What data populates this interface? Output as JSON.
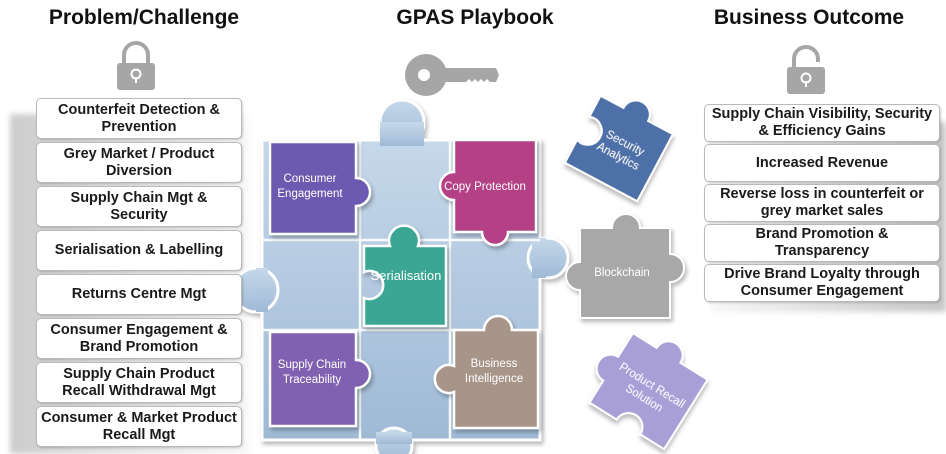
{
  "titles": {
    "problem": "Problem/Challenge",
    "playbook": "GPAS Playbook",
    "outcome": "Business Outcome"
  },
  "icons": {
    "left_lock": "padlock-icon",
    "key": "key-icon",
    "right_lock": "open-padlock-icon"
  },
  "problems": [
    "Counterfeit Detection & Prevention",
    "Grey Market / Product Diversion",
    "Supply Chain Mgt & Security",
    "Serialisation & Labelling",
    "Returns Centre Mgt",
    "Consumer Engagement & Brand Promotion",
    "Supply Chain Product Recall Withdrawal Mgt",
    "Consumer & Market Product Recall Mgt"
  ],
  "outcomes": [
    "Supply Chain Visibility, Security & Efficiency Gains",
    "Increased Revenue",
    "Reverse loss in counterfeit or grey market sales",
    "Brand Promotion & Transparency",
    "Drive Brand Loyalty through Consumer Engagement"
  ],
  "pieces": {
    "consumer_engagement": [
      "Consumer",
      "Engagement"
    ],
    "copy_protection": "Copy Protection",
    "serialisation": "Serialisation",
    "supply_chain_traceability": [
      "Supply Chain",
      "Traceability"
    ],
    "business_intelligence": [
      "Business",
      "Intelligence"
    ],
    "security_analytics": [
      "Security",
      "Analytics"
    ],
    "blockchain": "Blockchain",
    "product_recall_solution": [
      "Product Recall",
      "Solution"
    ]
  },
  "colors": {
    "light_blue": "#a9c3dc",
    "light_blue_dark": "#8aa9c8",
    "purple": "#6c5ab0",
    "magenta": "#b43f86",
    "teal": "#3aa693",
    "violet": "#8060b0",
    "taupe": "#a8958a",
    "steel_blue": "#4e6fa8",
    "grey": "#a8a8a8",
    "lavender": "#a79fd6",
    "lock_grey": "#a6a6a6"
  }
}
